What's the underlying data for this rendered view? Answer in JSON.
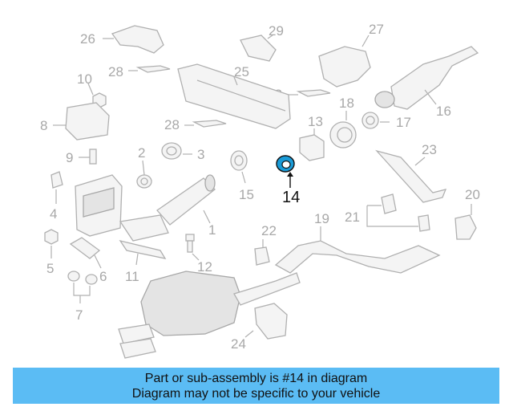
{
  "diagram": {
    "highlighted_part": "14",
    "callouts": {
      "c1": "1",
      "c2": "2",
      "c3": "3",
      "c4": "4",
      "c5": "5",
      "c6": "6",
      "c7": "7",
      "c8": "8",
      "c9": "9",
      "c10": "10",
      "c11": "11",
      "c12": "12",
      "c13": "13",
      "c14": "14",
      "c15": "15",
      "c16": "16",
      "c17": "17",
      "c18": "18",
      "c19": "19",
      "c20": "20",
      "c21": "21",
      "c22": "22",
      "c23": "23",
      "c24": "24",
      "c25": "25",
      "c26": "26",
      "c27": "27",
      "c28a": "28",
      "c28b": "28",
      "c28c": "28",
      "c29": "29"
    },
    "colors": {
      "highlight": "#1a9bd7",
      "banner": "#5bbcf4",
      "part_line": "#b0b0b0"
    }
  },
  "banner": {
    "line1": "Part or sub-assembly is #14 in diagram",
    "line2": "Diagram may not be specific to your vehicle"
  }
}
